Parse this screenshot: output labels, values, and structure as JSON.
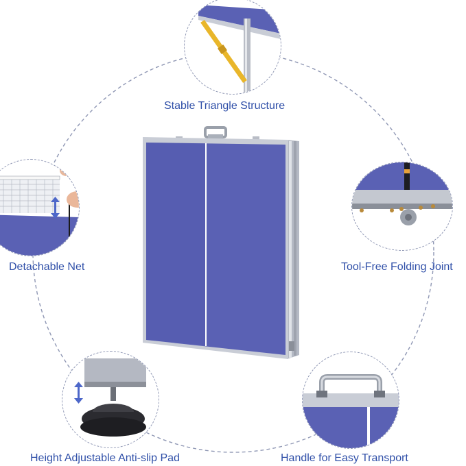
{
  "features": {
    "triangle": "Stable Triangle Structure",
    "net": "Detachable Net",
    "joint": "Tool-Free Folding Joint",
    "pad": "Height Adjustable Anti-slip Pad",
    "handle": "Handle for Easy Transport"
  },
  "colors": {
    "label_text": "#2f4fa8",
    "table_blue": "#5a61b4",
    "table_blue_dark": "#4a50a0",
    "frame_silver": "#c9cdd6",
    "dashed_line": "#8f97b4",
    "arrow_blue": "#4d67c9",
    "support_yellow": "#e9b62a"
  }
}
